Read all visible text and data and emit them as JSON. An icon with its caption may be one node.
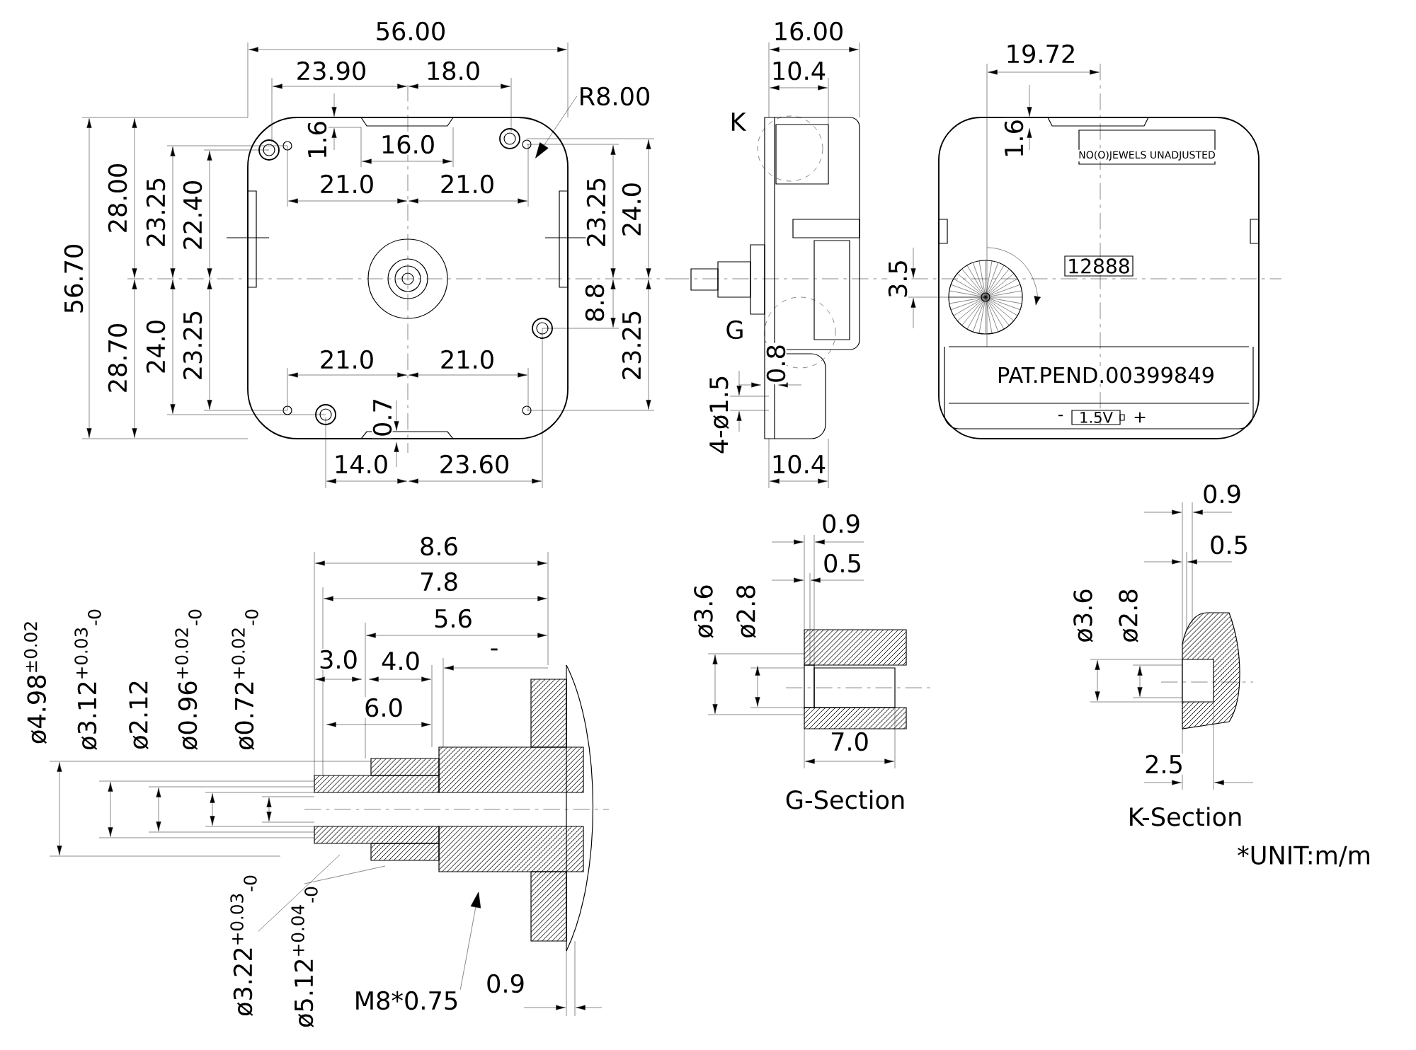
{
  "diagram": {
    "nodes": [
      {
        "text": [
          "R8.00"
        ]
      },
      {
        "text": [
          "ø3.22$^{+0.03}$$_{-0}$"
        ]
      },
      {
        "text": [
          "ø5.12$^{+0.04}$$_{-0}$"
        ]
      },
      {
        "text": [
          "M8*0.75"
        ]
      },
      {
        "text": [],
        "shape": "picture"
      },
      {
        "text": [],
        "shape": "picture"
      }
    ],
    "edges": [
      {
        "from": 0,
        "to": 4,
        "arrow": "to"
      },
      {
        "from": 1,
        "to": 5,
        "arrow": "none"
      },
      {
        "from": 2,
        "to": 5,
        "arrow": "none"
      },
      {
        "from": 3,
        "to": 5,
        "arrow": "to"
      }
    ],
    "labels": [
      "56.00",
      "23.90",
      "18.0",
      "1.6",
      "16.0",
      "21.0",
      "21.0",
      "28.00",
      "23.25",
      "22.40",
      "23.25",
      "24.0",
      "56.70",
      "8.8",
      "28.70",
      "24.0",
      "23.25",
      "23.25",
      "21.0",
      "21.0",
      "0.7",
      "14.0",
      "23.60",
      "16.00",
      "10.4",
      "K",
      "3.5",
      "G",
      "0.8",
      "4-ø1.5",
      "10.4",
      "19.72",
      "1.6",
      "NO(O)JEWELS UNADJUSTED",
      "12888",
      "PAT.PEND.00399849",
      "-",
      "1.5V",
      "+",
      "8.6",
      "7.8",
      "5.6",
      "ø4.98$^{±0.02}$",
      "ø3.12$^{+0.03}$$_{-0}$",
      "ø2.12",
      "ø0.96$^{+0.02}$$_{-0}$",
      "ø0.72$^{+0.02}$$_{-0}$",
      "3.0",
      "4.0",
      "-",
      "6.0",
      "0.9",
      "0.5",
      "ø3.6",
      "ø2.8",
      "7.0",
      "G-Section",
      "0.9",
      "0.5",
      "ø3.6",
      "ø2.8",
      "2.5",
      "K-Section",
      "*UNIT:m/m",
      "0.9"
    ]
  }
}
